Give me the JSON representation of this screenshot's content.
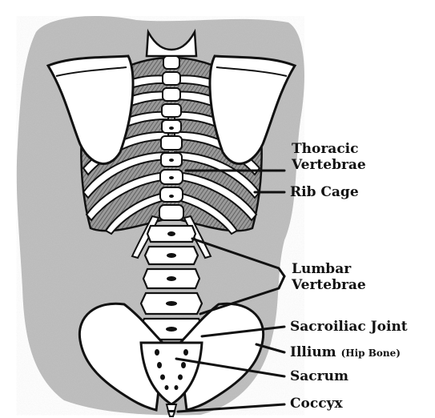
{
  "labels": {
    "thoracic_line1": "Thoracic",
    "thoracic_line2": "Vertebrae",
    "rib_cage": "Rib Cage",
    "lumbar_line1": "Lumbar",
    "lumbar_line2": "Vertebrae",
    "sacroiliac": "Sacroiliac Joint",
    "illium": "Illium",
    "illium_note": "(Hip Bone)",
    "sacrum": "Sacrum",
    "coccyx": "Coccyx"
  },
  "colors": {
    "background": "#ffffff",
    "shading": "#b8b8b8",
    "bone": "#ffffff",
    "outline": "#111111",
    "text": "#111111"
  }
}
